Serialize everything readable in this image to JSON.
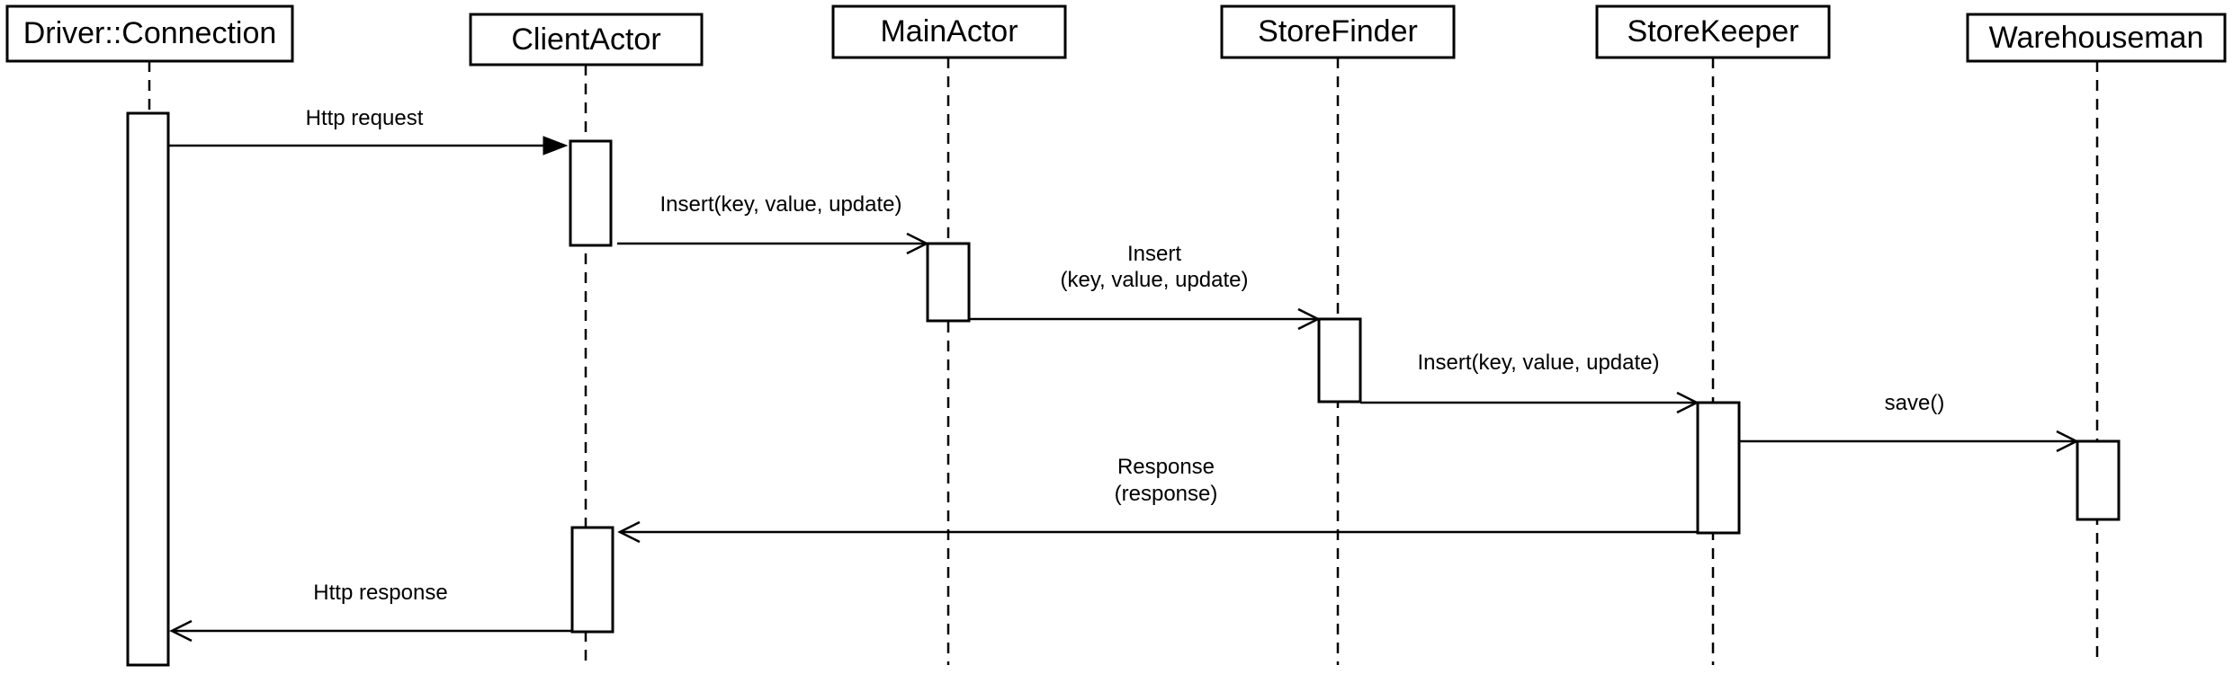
{
  "participants": [
    {
      "id": "driver",
      "name": "Driver::Connection"
    },
    {
      "id": "client",
      "name": "ClientActor"
    },
    {
      "id": "main",
      "name": "MainActor"
    },
    {
      "id": "finder",
      "name": "StoreFinder"
    },
    {
      "id": "keeper",
      "name": "StoreKeeper"
    },
    {
      "id": "warehouse",
      "name": "Warehouseman"
    }
  ],
  "messages": [
    {
      "id": "http-request",
      "from": "driver",
      "to": "client",
      "label": [
        "Http request"
      ],
      "arrow": "filled"
    },
    {
      "id": "insert-main",
      "from": "client",
      "to": "main",
      "label": [
        "Insert(key, value, update)"
      ],
      "arrow": "open"
    },
    {
      "id": "insert-finder",
      "from": "main",
      "to": "finder",
      "label": [
        "Insert",
        "(key, value, update)"
      ],
      "arrow": "open"
    },
    {
      "id": "insert-keeper",
      "from": "finder",
      "to": "keeper",
      "label": [
        "Insert(key, value, update)"
      ],
      "arrow": "open"
    },
    {
      "id": "save",
      "from": "keeper",
      "to": "warehouse",
      "label": [
        "save()"
      ],
      "arrow": "open"
    },
    {
      "id": "response",
      "from": "keeper",
      "to": "client",
      "label": [
        "Response",
        "(response)"
      ],
      "arrow": "open"
    },
    {
      "id": "http-response",
      "from": "client",
      "to": "driver",
      "label": [
        "Http response"
      ],
      "arrow": "open"
    }
  ]
}
